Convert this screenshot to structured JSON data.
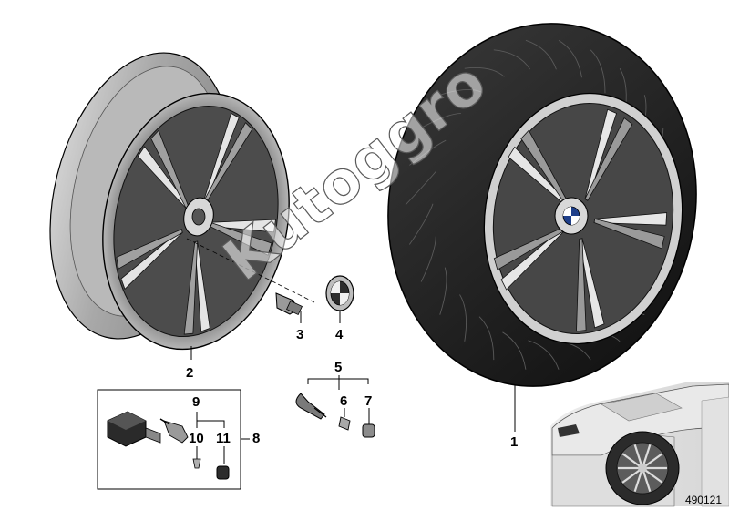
{
  "diagram": {
    "callouts": {
      "tire_wheel": "1",
      "rim": "2",
      "valve": "3",
      "hub_cap": "4",
      "valve_kit": "5",
      "valve_insert": "6",
      "valve_cap": "7",
      "rdc_sensor": "8",
      "sensor_valve": "9",
      "sensor_screw": "10",
      "sensor_cap": "11"
    },
    "reference_number": "490121",
    "watermark_text": "Kutoggro"
  },
  "colors": {
    "line": "#000000",
    "tire_dark": "#1e1e1e",
    "rim_silver": "#c8c8c8",
    "rim_shadow": "#7c7c7c",
    "car_body": "#e9e9e9"
  }
}
